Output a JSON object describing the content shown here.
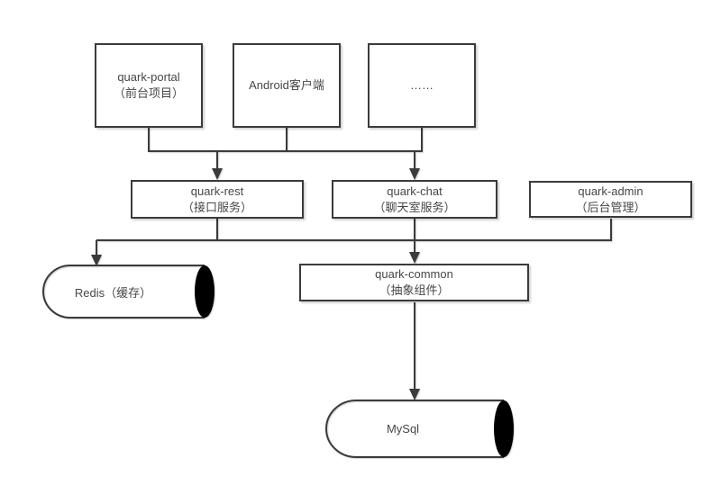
{
  "diagram": {
    "colors": {
      "line": "#3b3b3b",
      "text": "#474747",
      "background": "#ffffff"
    },
    "nodes": {
      "portal": {
        "name": "quark-portal",
        "desc": "（前台项目）"
      },
      "android": {
        "name": "Android客户端"
      },
      "dots": {
        "name": "……"
      },
      "rest": {
        "name": "quark-rest",
        "desc": "（接口服务）"
      },
      "chat": {
        "name": "quark-chat",
        "desc": "（聊天室服务）"
      },
      "admin": {
        "name": "quark-admin",
        "desc": "（后台管理）"
      },
      "common": {
        "name": "quark-common",
        "desc": "（抽象组件）"
      },
      "redis": {
        "name": "Redis（缓存）"
      },
      "mysql": {
        "name": "MySql"
      }
    },
    "edges": [
      {
        "from": [
          "quark-portal",
          "Android客户端",
          "……"
        ],
        "to": [
          "quark-rest",
          "quark-chat"
        ]
      },
      {
        "from": [
          "quark-rest",
          "quark-chat",
          "quark-admin"
        ],
        "to": [
          "Redis（缓存）",
          "quark-common"
        ]
      },
      {
        "from": [
          "quark-common"
        ],
        "to": [
          "MySql"
        ]
      }
    ]
  }
}
